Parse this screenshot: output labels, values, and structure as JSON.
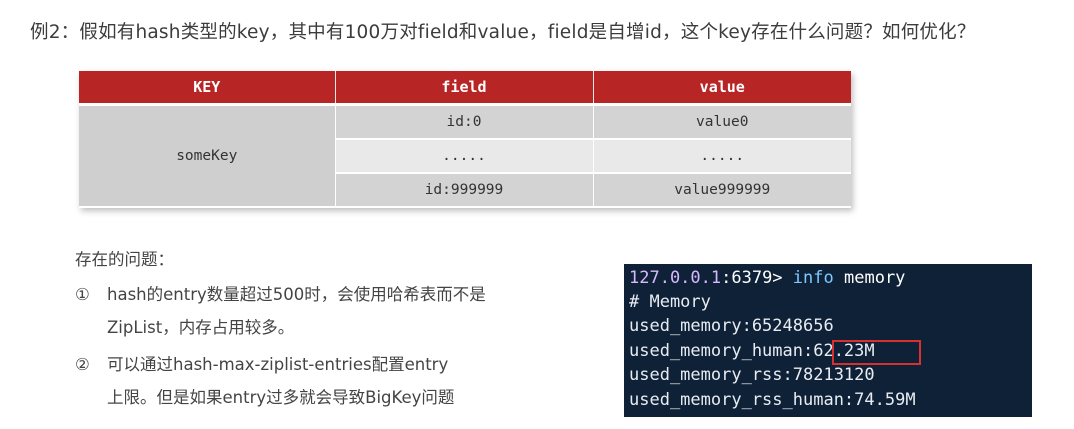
{
  "question": "例2：假如有hash类型的key，其中有100万对field和value，field是自增id，这个key存在什么问题？如何优化？",
  "table": {
    "headers": [
      "KEY",
      "field",
      "value"
    ],
    "key": "someKey",
    "rows": [
      {
        "field": "id:0",
        "value": "value0"
      },
      {
        "field": ".....",
        "value": "....."
      },
      {
        "field": "id:999999",
        "value": "value999999"
      }
    ],
    "colors": {
      "header_bg": "#b82525",
      "row_dark": "#d3d3d3",
      "row_light": "#e9e9e9"
    }
  },
  "issues": {
    "title": "存在的问题：",
    "items": [
      {
        "num": "①",
        "lines": [
          "hash的entry数量超过500时，会使用哈希表而不是",
          "ZipList，内存占用较多。"
        ]
      },
      {
        "num": "②",
        "lines": [
          "可以通过hash-max-ziplist-entries配置entry",
          "上限。但是如果entry过多就会导致BigKey问题"
        ]
      }
    ]
  },
  "terminal": {
    "ip": "127.0.0.1",
    "port": ":6379>",
    "cmd_info": "info",
    "cmd_arg": "memory",
    "lines": [
      "# Memory",
      "used_memory:65248656",
      "used_memory_human:62.23M",
      "used_memory_rss:78213120",
      "used_memory_rss_human:74.59M"
    ],
    "highlight_color": "#d63030",
    "bg_color": "#0f2137"
  }
}
